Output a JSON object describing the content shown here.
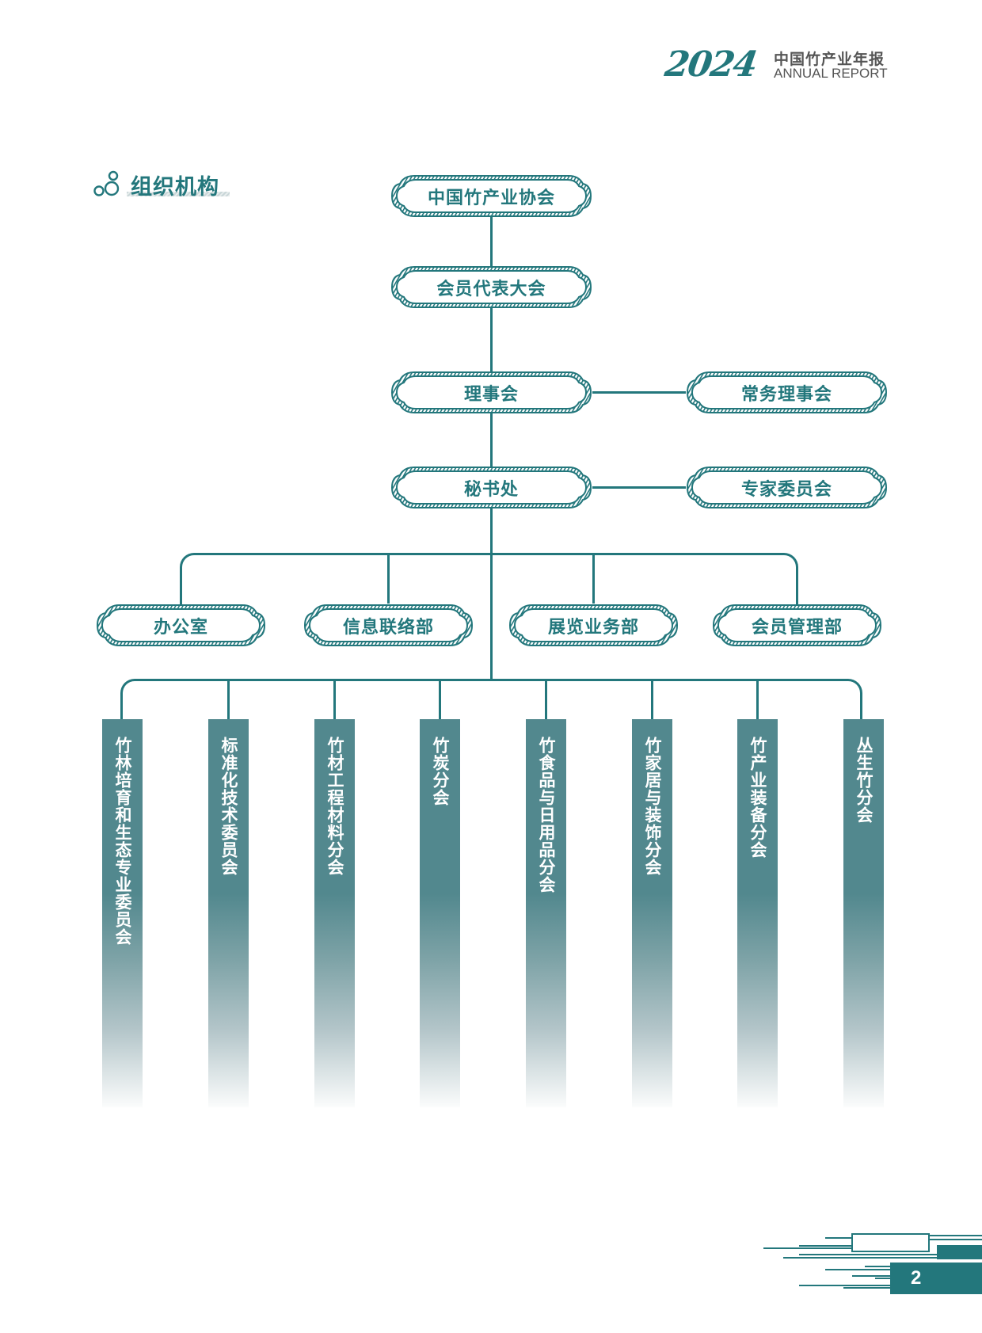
{
  "header": {
    "year": "2024",
    "title_cn": "中国竹产业年报",
    "title_en": "ANNUAL REPORT"
  },
  "section": {
    "icon": "circles-icon",
    "title": "组织机构"
  },
  "org_chart": {
    "root": "中国竹产业协会",
    "level2": "会员代表大会",
    "level3": {
      "main": "理事会",
      "side": "常务理事会"
    },
    "level4": {
      "main": "秘书处",
      "side": "专家委员会"
    },
    "departments": [
      "办公室",
      "信息联络部",
      "展览业务部",
      "会员管理部"
    ],
    "branches": [
      "竹林培育和生态专业委员会",
      "标准化技术委员会",
      "竹材工程材料分会",
      "竹炭分会",
      "竹食品与日用品分会",
      "竹家居与装饰分会",
      "竹产业装备分会",
      "丛生竹分会"
    ]
  },
  "footer": {
    "page_number": "2"
  },
  "colors": {
    "accent": "#23777c",
    "bar": "#52888e",
    "header_text": "#555555"
  }
}
